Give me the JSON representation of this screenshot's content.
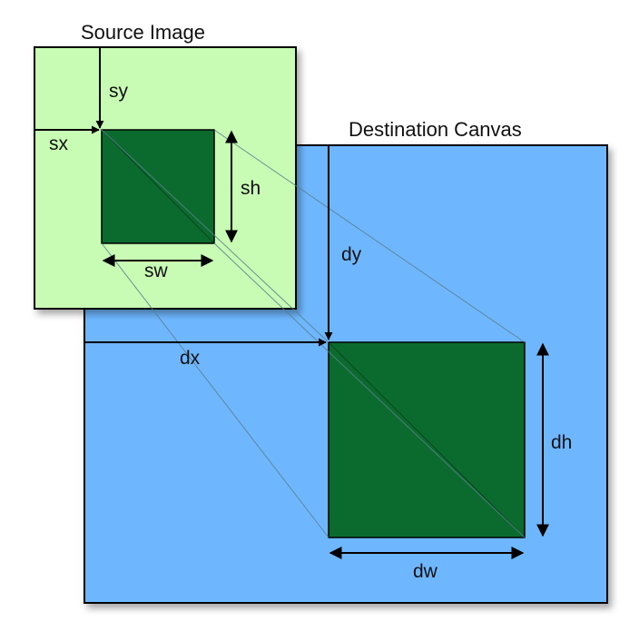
{
  "source": {
    "title": "Source Image",
    "labels": {
      "sx": "sx",
      "sy": "sy",
      "sw": "sw",
      "sh": "sh"
    }
  },
  "destination": {
    "title": "Destination Canvas",
    "labels": {
      "dx": "dx",
      "dy": "dy",
      "dw": "dw",
      "dh": "dh"
    }
  },
  "colors": {
    "destination_fill": "#6eb7ff",
    "source_fill": "#c8fcb4",
    "region_fill": "#0b6b2e",
    "stroke": "#000000",
    "guide_line": "#5a7f8c"
  }
}
